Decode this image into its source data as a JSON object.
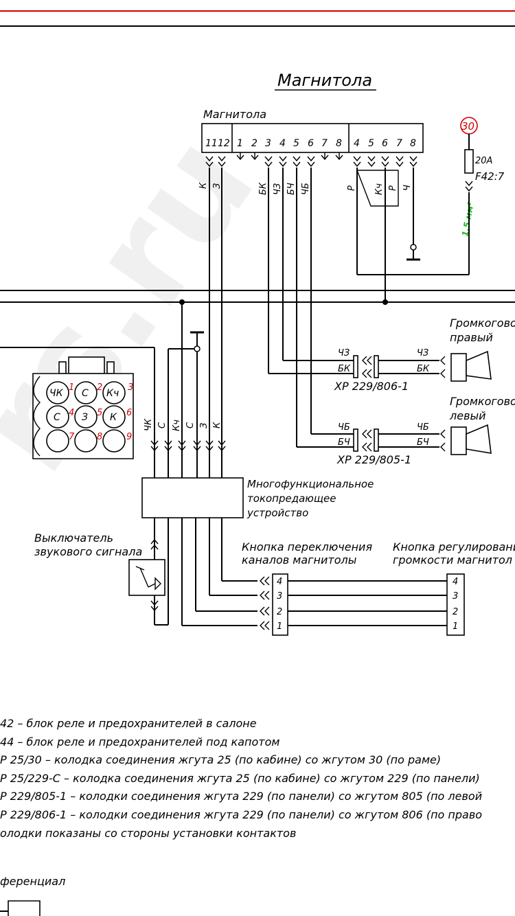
{
  "title": "Магнитола",
  "radio": {
    "label": "Магнитола",
    "pins_a": [
      "11",
      "12"
    ],
    "pins_b": [
      "1",
      "2",
      "3",
      "4",
      "5",
      "6",
      "7",
      "8"
    ],
    "pins_c": [
      "4",
      "5",
      "6",
      "7",
      "8"
    ]
  },
  "fuse": {
    "circle": "30",
    "rating": "20A",
    "name": "F42:7",
    "wire": "1,5 мм²"
  },
  "radio_wires": {
    "w1": "К",
    "w2": "З",
    "w3": "БК",
    "w4": "ЧЗ",
    "w5": "БЧ",
    "w6": "ЧБ",
    "w7": "Р",
    "w8": "Кч",
    "w9": "Р",
    "w10": "Ч"
  },
  "connector": {
    "cells": [
      "ЧК",
      "С",
      "Кч",
      "С",
      "З",
      "К",
      "",
      "",
      ""
    ],
    "nums": [
      "1",
      "2",
      "3",
      "4",
      "5",
      "6",
      "7",
      "8",
      "9"
    ]
  },
  "mfu_wires": [
    "ЧК",
    "С",
    "Кч",
    "С",
    "З",
    "К"
  ],
  "speaker_right": {
    "title_line1": "Громкоговор",
    "title_line2": "правый",
    "top_left": "ЧЗ",
    "bot_left": "БК",
    "top_right": "ЧЗ",
    "bot_right": "БК",
    "code": "ХР 229/806-1"
  },
  "speaker_left": {
    "title_line1": "Громкоговор",
    "title_line2": "левый",
    "top_left": "ЧБ",
    "bot_left": "БЧ",
    "top_right": "ЧБ",
    "bot_right": "БЧ",
    "code": "ХР 229/805-1"
  },
  "mfu": {
    "line1": "Многофункциональное",
    "line2": "токопредающее",
    "line3": "устройство"
  },
  "horn_switch": {
    "line1": "Выключатель",
    "line2": "звукового сигнала"
  },
  "channel_button": {
    "line1": "Кнопка переключения",
    "line2": "каналов магнитолы"
  },
  "volume_button": {
    "line1": "Кнопка регулировани",
    "line2": "громкости магнитол"
  },
  "button_pins": [
    "4",
    "3",
    "2",
    "1"
  ],
  "watermark": "rs.ru",
  "legend": [
    "42 – блок реле и предохранителей в салоне",
    "44 – блок реле и предохранителей под капотом",
    "Р 25/30 – колодка соединения жгута 25 (по кабине) со жгутом 30 (по раме)",
    "Р 25/229-С – колодка соединения жгута 25 (по кабине) со жгутом 229 (по панели)",
    "Р 229/805-1 – колодки соединения жгута 229 (по панели) со жгутом 805 (по левой",
    "Р 229/806-1 – колодки соединения жгута 229 (по панели) со жгутом 806 (по право",
    "олодки показаны со стороны установки контактов"
  ],
  "footer_label": "ференциал",
  "colors": {
    "accent": "#d00000",
    "wire_note": "#14b814",
    "ink": "#000000"
  }
}
